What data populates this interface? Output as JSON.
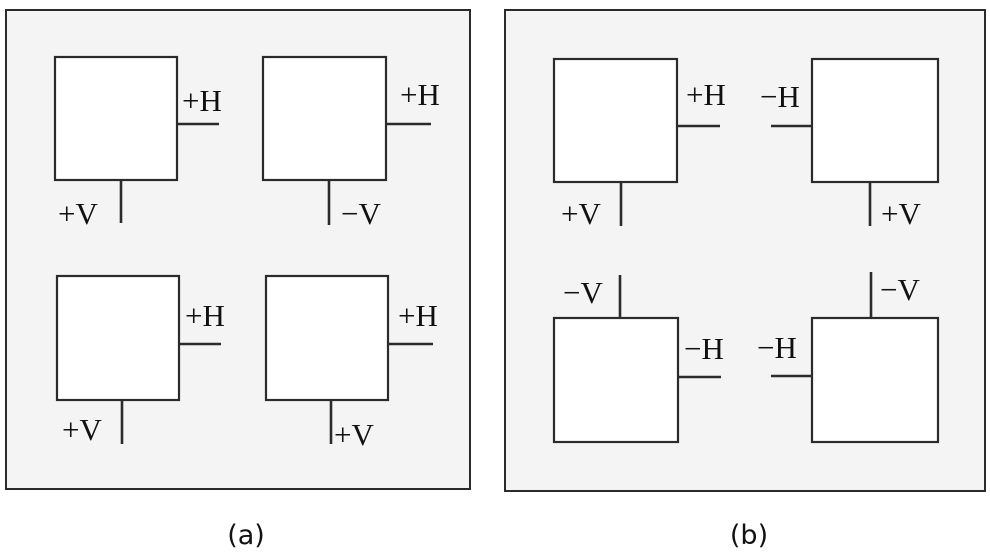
{
  "panels": [
    {
      "caption": "(a)",
      "elements": [
        {
          "h_label": "+H",
          "v_label": "+V"
        },
        {
          "h_label": "+H",
          "v_label": "−V"
        },
        {
          "h_label": "+H",
          "v_label": "+V"
        },
        {
          "h_label": "+H",
          "v_label": "+V"
        }
      ]
    },
    {
      "caption": "(b)",
      "elements": [
        {
          "h_label": "+H",
          "v_label": "+V"
        },
        {
          "h_label": "−H",
          "v_label": "+V"
        },
        {
          "h_label": "−H",
          "v_label": "−V"
        },
        {
          "h_label": "−H",
          "v_label": "−V"
        }
      ]
    }
  ]
}
